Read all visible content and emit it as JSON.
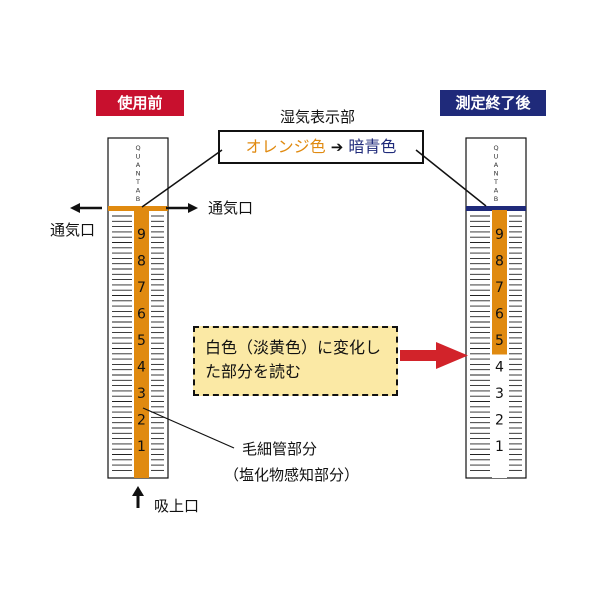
{
  "badges": {
    "before": "使用前",
    "after": "測定終了後"
  },
  "indicator": {
    "title": "湿気表示部",
    "from": "オレンジ色",
    "to": "暗青色"
  },
  "labels": {
    "vent_right": "通気口",
    "vent_left": "通気口",
    "capillary_line1": "毛細管部分",
    "capillary_line2": "（塩化物感知部分）",
    "intake": "吸上口"
  },
  "note": {
    "line1": "白色（淡黄色）に変化し",
    "line2": "た部分を読む"
  },
  "strip": {
    "brand": "QUANTAB",
    "scale": [
      "9",
      "8",
      "7",
      "6",
      "5",
      "4",
      "3",
      "2",
      "1"
    ],
    "after_reading": 5
  },
  "colors": {
    "badge_before": "#c8102e",
    "badge_after": "#1f2a7a",
    "orange": "#e08a10",
    "dark_blue": "#1f2a7a",
    "arrow_red": "#d2232a",
    "note_bg": "#fbe9a5"
  }
}
